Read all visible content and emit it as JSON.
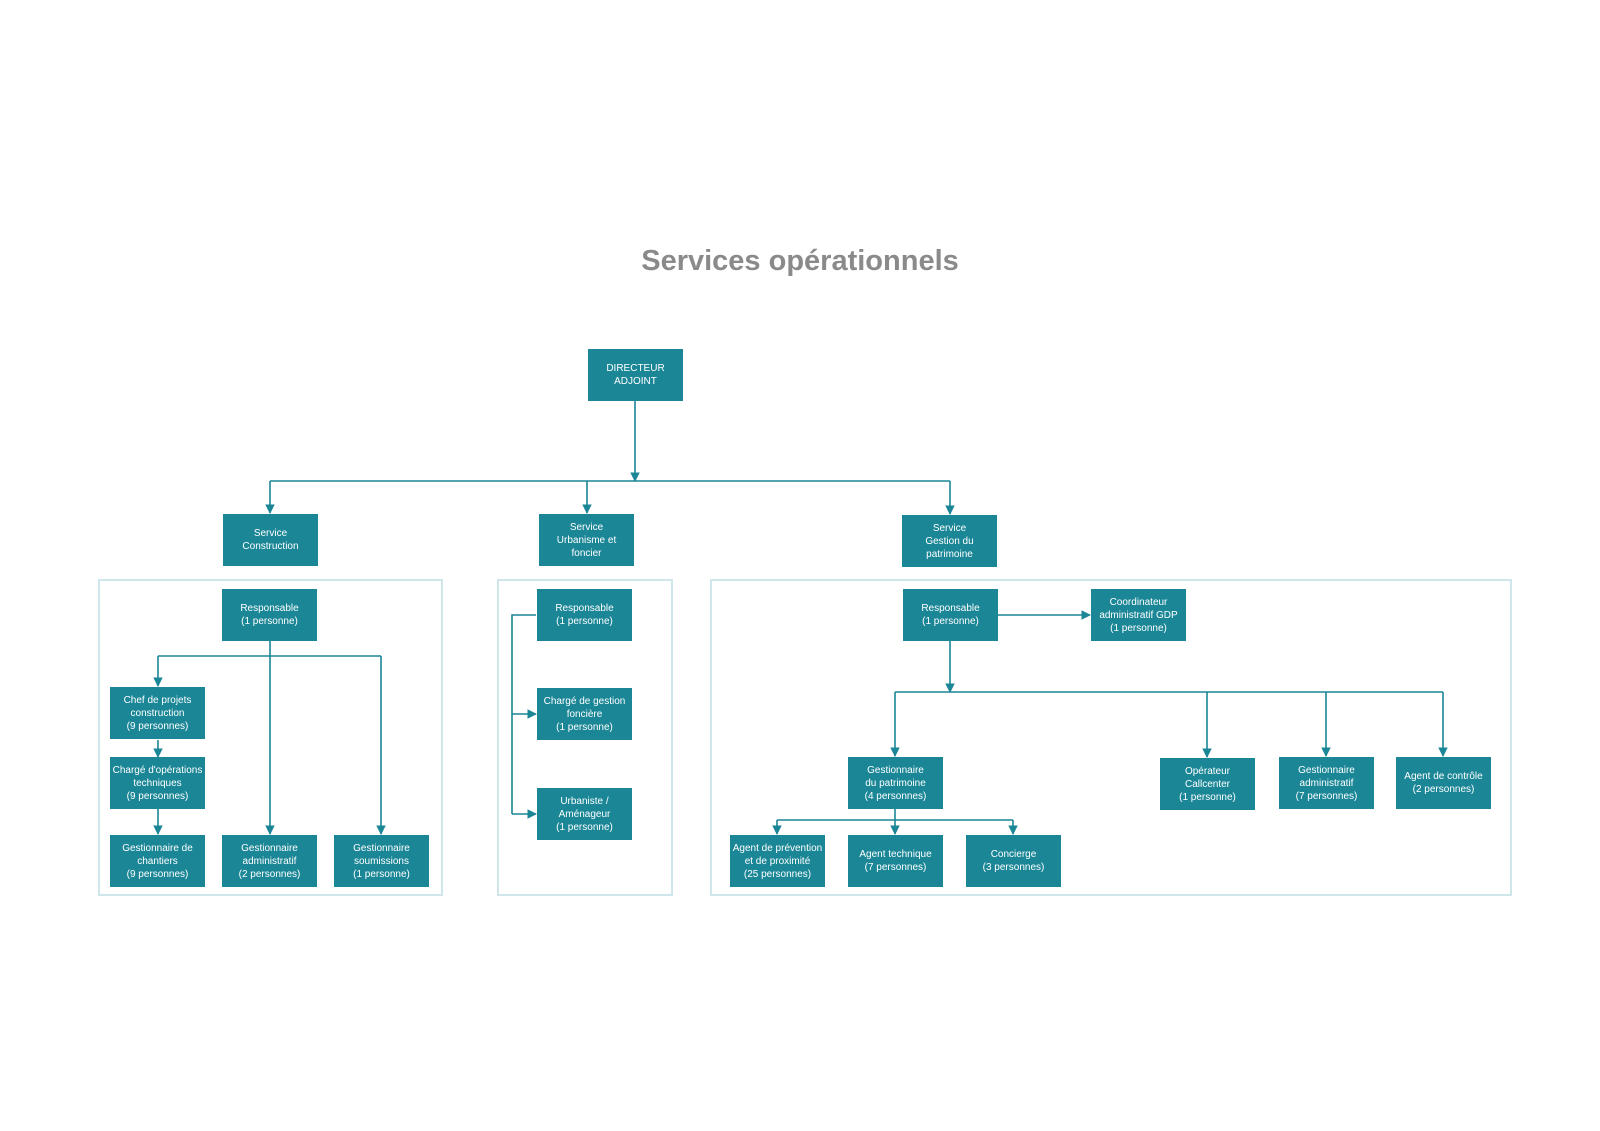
{
  "title": "Services opérationnels",
  "colors": {
    "node": "#1a8696",
    "line": "#1a8696",
    "group_border": "#cfe6ea",
    "title": "#8a8a8a"
  },
  "nodes": {
    "directeur": "DIRECTEUR\nADJOINT",
    "service_construction": "Service\nConstruction",
    "service_urbanisme": "Service\nUrbanisme et foncier",
    "service_gdp": "Service\nGestion du\npatrimoine",
    "construction": {
      "responsable": "Responsable\n(1 personne)",
      "chef_projets": "Chef de projets\nconstruction\n(9 personnes)",
      "charge_operations": "Chargé d'opérations\ntechniques\n(9 personnes)",
      "gestionnaire_chantiers": "Gestionnaire de\nchantiers\n(9 personnes)",
      "gestionnaire_administratif": "Gestionnaire\nadministratif\n(2 personnes)",
      "gestionnaire_soumissions": "Gestionnaire\nsoumissions\n(1 personne)"
    },
    "urbanisme": {
      "responsable": "Responsable\n(1 personne)",
      "charge_gestion_fonciere": "Chargé de gestion\nfoncière\n(1 personne)",
      "urbaniste": "Urbaniste /\nAménageur\n(1 personne)"
    },
    "gdp": {
      "responsable": "Responsable\n(1 personne)",
      "coordinateur": "Coordinateur\nadministratif GDP\n(1 personne)",
      "gestionnaire_patrimoine": "Gestionnaire\ndu patrimoine\n(4 personnes)",
      "agent_prevention": "Agent de prévention\net de proximité\n(25 personnes)",
      "agent_technique": "Agent technique\n(7 personnes)",
      "concierge": "Concierge\n(3 personnes)",
      "operateur_callcenter": "Opérateur\nCallcenter\n(1 personne)",
      "gestionnaire_administratif": "Gestionnaire\nadministratif\n(7 personnes)",
      "agent_controle": "Agent de contrôle\n(2 personnes)"
    }
  }
}
